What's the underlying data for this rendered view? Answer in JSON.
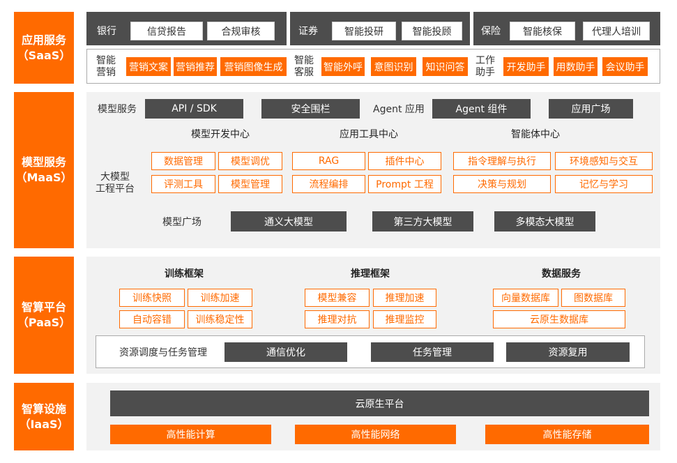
{
  "layers": {
    "saas": {
      "name": "应用服务",
      "abbr": "（SaaS）"
    },
    "maas": {
      "name": "模型服务",
      "abbr": "（MaaS）"
    },
    "paas": {
      "name": "智算平台",
      "abbr": "（PaaS）"
    },
    "iaas": {
      "name": "智算设施",
      "abbr": "（IaaS）"
    }
  },
  "saas": {
    "industries": [
      {
        "name": "银行",
        "items": [
          "信贷报告",
          "合规审核"
        ]
      },
      {
        "name": "证券",
        "items": [
          "智能投研",
          "智能投顾"
        ]
      },
      {
        "name": "保险",
        "items": [
          "智能核保",
          "代理人培训"
        ]
      }
    ],
    "scenarios": [
      {
        "name": [
          "智能",
          "营销"
        ],
        "items": [
          "营销文案",
          "营销推荐",
          "营销图像生成"
        ]
      },
      {
        "name": [
          "智能",
          "客服"
        ],
        "items": [
          "智能外呼",
          "意图识别",
          "知识问答"
        ]
      },
      {
        "name": [
          "工作",
          "助手"
        ],
        "items": [
          "开发助手",
          "用数助手",
          "会议助手"
        ]
      }
    ]
  },
  "maas": {
    "model_service_label": "模型服务",
    "api_sdk": "API / SDK",
    "safety": "安全围栏",
    "agent_app_label": "Agent 应用",
    "agent_component": "Agent 组件",
    "app_plaza": "应用广场",
    "platform_label": [
      "大模型",
      "工程平台"
    ],
    "centers": [
      {
        "title": "模型开发中心",
        "items": [
          "数据管理",
          "模型调优",
          "评测工具",
          "模型管理"
        ]
      },
      {
        "title": "应用工具中心",
        "items": [
          "RAG",
          "插件中心",
          "流程编排",
          "Prompt 工程"
        ]
      },
      {
        "title": "智能体中心",
        "items": [
          "指令理解与执行",
          "环境感知与交互",
          "决策与规划",
          "记忆与学习"
        ]
      }
    ],
    "model_plaza_label": "模型广场",
    "models": [
      "通义大模型",
      "第三方大模型",
      "多模态大模型"
    ]
  },
  "paas": {
    "groups": [
      {
        "title": "训练框架",
        "items": [
          "训练快照",
          "训练加速",
          "自动容错",
          "训练稳定性"
        ]
      },
      {
        "title": "推理框架",
        "items": [
          "模型兼容",
          "推理加速",
          "推理对抗",
          "推理监控"
        ]
      },
      {
        "title": "数据服务",
        "items": [
          "向量数据库",
          "图数据库",
          "云原生数据库"
        ]
      }
    ],
    "scheduling_label": "资源调度与任务管理",
    "scheduling_items": [
      "通信优化",
      "任务管理",
      "资源复用"
    ]
  },
  "iaas": {
    "platform": "云原生平台",
    "items": [
      "高性能计算",
      "高性能网络",
      "高性能存储"
    ]
  }
}
